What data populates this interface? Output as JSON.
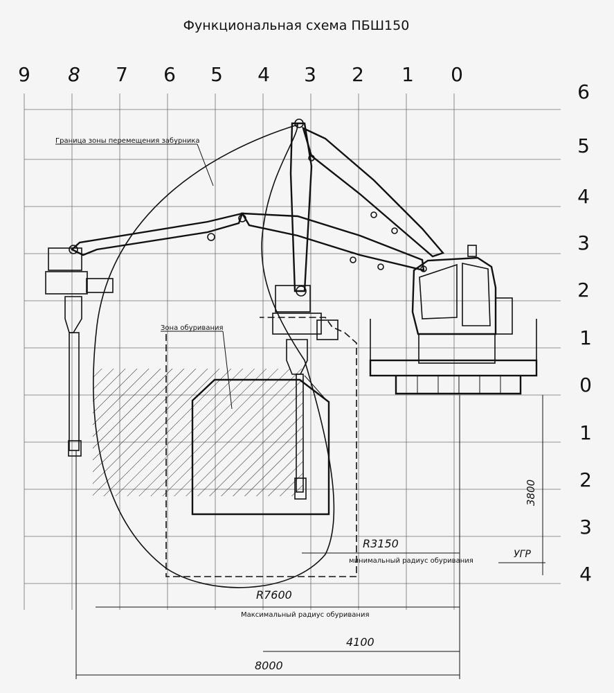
{
  "title": "Функциональная схема ПБШ150",
  "columns": [
    "9",
    "8",
    "7",
    "6",
    "5",
    "4",
    "3",
    "2",
    "1",
    "0"
  ],
  "rows": [
    "6",
    "5",
    "4",
    "3",
    "2",
    "1",
    "0",
    "1",
    "2",
    "3",
    "4"
  ],
  "labels": {
    "boundary": "Граница зоны перемещения забурника",
    "drill_zone": "Зона обуривания",
    "ugr": "УГР",
    "r_min": "R3150",
    "r_min_caption": "минимальный радиус обуривания",
    "r_max": "R7600",
    "r_max_caption": "Максимальный радиус обуривания",
    "dim_4100": "4100",
    "dim_8000": "8000",
    "dim_3800": "3800"
  }
}
